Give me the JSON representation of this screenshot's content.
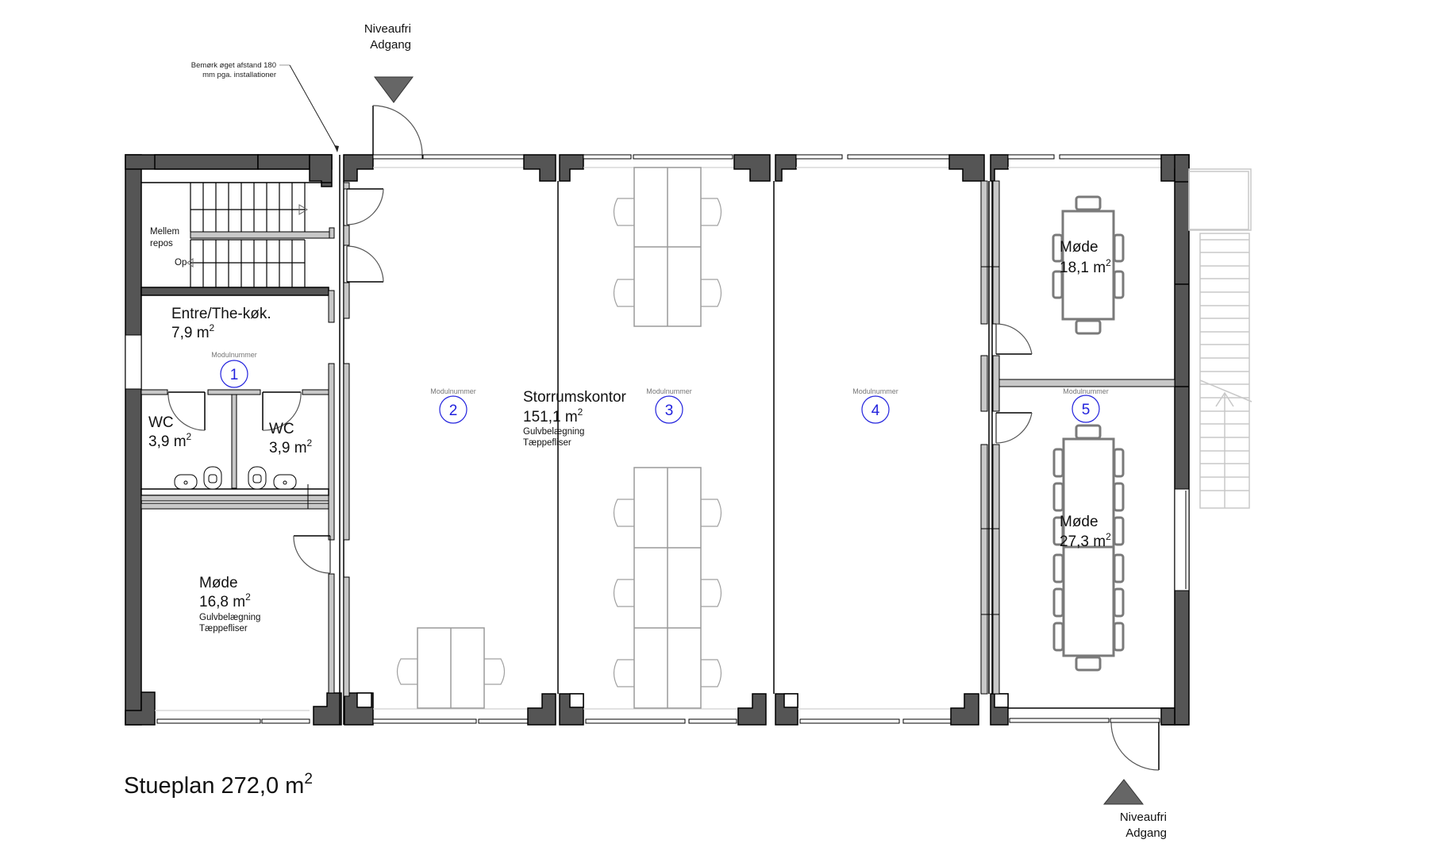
{
  "drawing": {
    "title": "Stueplan 272,0 m",
    "title_sup": "2"
  },
  "annotations": {
    "note_line1": "Bemørk øget afstand 180",
    "note_line2": "mm pga. installationer",
    "entrance_top_line1": "Niveaufri",
    "entrance_top_line2": "Adgang",
    "entrance_bottom_line1": "Niveaufri",
    "entrance_bottom_line2": "Adgang"
  },
  "stair": {
    "landing_line1": "Mellem",
    "landing_line2": "repos",
    "direction": "Op"
  },
  "modules": [
    {
      "label": "Modulnummer",
      "number": "1"
    },
    {
      "label": "Modulnummer",
      "number": "2"
    },
    {
      "label": "Modulnummer",
      "number": "3"
    },
    {
      "label": "Modulnummer",
      "number": "4"
    },
    {
      "label": "Modulnummer",
      "number": "5"
    }
  ],
  "rooms": {
    "entre": {
      "name": "Entre/The-køk.",
      "area": "7,9 m",
      "sup": "2"
    },
    "wc_left": {
      "name": "WC",
      "area": "3,9 m",
      "sup": "2"
    },
    "wc_right": {
      "name": "WC",
      "area": "3,9 m",
      "sup": "2"
    },
    "mode_left": {
      "name": "Møde",
      "area": "16,8 m",
      "sup": "2",
      "floor_label": "Gulvbelægning",
      "floor_value": "Tæppefliser"
    },
    "storrum": {
      "name": "Storrumskontor",
      "area": "151,1 m",
      "sup": "2",
      "floor_label": "Gulvbelægning",
      "floor_value": "Tæppefliser"
    },
    "mode_top_right": {
      "name": "Møde",
      "area": "18,1 m",
      "sup": "2"
    },
    "mode_bottom_right": {
      "name": "Møde",
      "area": "27,3 m",
      "sup": "2"
    }
  },
  "colors": {
    "wall": "#555555",
    "partition": "#c8c8c8",
    "module_marker": "#2222dd",
    "furniture": "#9a9a9a"
  }
}
